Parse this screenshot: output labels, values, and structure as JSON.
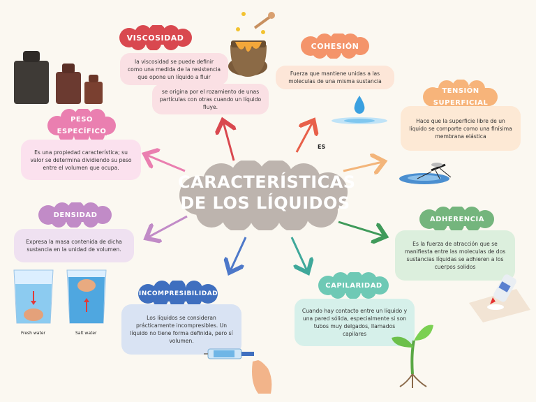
{
  "main_title": {
    "line1": "CARACTERÍSTICAS",
    "line2": "DE LOS LÍQUIDOS"
  },
  "connector_label": "ES",
  "nodes": {
    "viscosidad": {
      "title": "VISCOSIDAD",
      "text1": "la viscosidad se puede definir como una medida de la resistencia que opone un líquido a fluir",
      "text2": "se origina por el rozamiento de unas partículas con otras cuando un líquido fluye."
    },
    "cohesion": {
      "title": "COHESIÓN",
      "text": "Fuerza que mantiene unidas a las moleculas de una misma sustancia"
    },
    "tension": {
      "title_line1": "TENSIÓN",
      "title_line2": "SUPERFICIAL",
      "text": "Hace que la superficie libre de un líquido se comporte como una finísima membrana elástica"
    },
    "peso": {
      "title_line1": "PESO",
      "title_line2": "ESPECÍFICO",
      "text": "Es una propiedad característica; su valor se determina dividiendo su peso entre el volumen que ocupa."
    },
    "densidad": {
      "title": "DENSIDAD",
      "text": "Expresa la masa contenida de dicha sustancia en la unidad de volumen."
    },
    "adherencia": {
      "title": "ADHERENCIA",
      "text": "Es la fuerza de atracción que se manifiesta entre las moleculas de dos sustancias líquidas se adhieren a los cuerpos solidos"
    },
    "incompresibilidad": {
      "title": "INCOMPRESIBILIDAD",
      "text": "Los líquidos se consideran prácticamente incompresibles. Un líquido no tiene forma definida, pero sí volumen."
    },
    "capilaridad": {
      "title": "CAPILARIDAD",
      "text": "Cuando hay contacto entre un líquido y una pared sólida, especialmente si son tubos muy delgados, llamados capilares"
    }
  },
  "image_labels": {
    "fresh": "Fresh water",
    "salt": "Salt water"
  },
  "colors": {
    "viscosidad": "#d9484f",
    "cohesion": "#f4946a",
    "tension": "#f7b47a",
    "peso": "#ea7fb0",
    "densidad": "#c18bc7",
    "adherencia": "#74b57d",
    "incompresibilidad": "#3f6fbf",
    "capilaridad": "#6ec9b5",
    "main": "#bdb4ae"
  }
}
